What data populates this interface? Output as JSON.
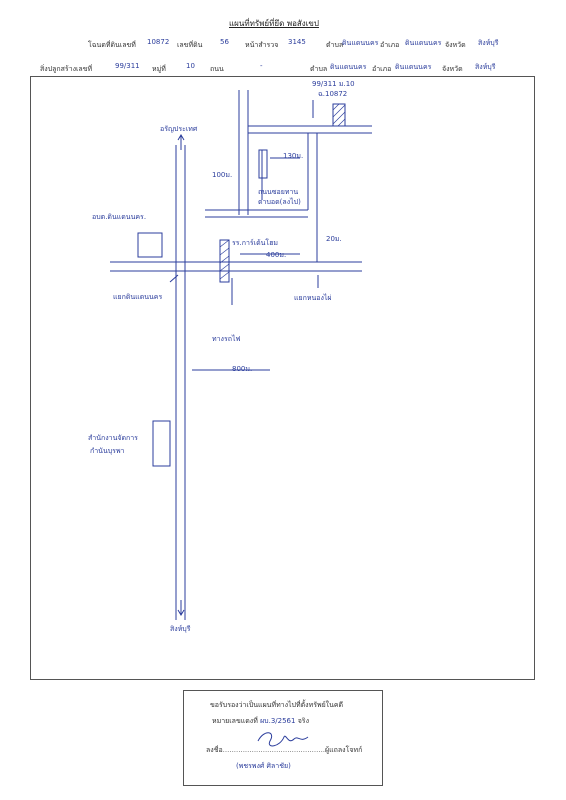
{
  "header": {
    "title": "แผนที่ทรัพย์ที่ยึด พอสังเขป",
    "line1": {
      "deed_label": "โฉนดที่ดินเลขที่",
      "deed_no": "10872",
      "land_no_label": "เลขที่ดิน",
      "land_no": "56",
      "survey_label": "หน้าสำรวจ",
      "survey_no": "3145",
      "subdistrict_label": "ตำบล",
      "subdistrict": "ดินแดนนคร",
      "district_label": "อำเภอ",
      "district": "ดินแดนนคร",
      "province_label": "จังหวัด",
      "province": "สิงห์บุรี"
    },
    "line2": {
      "building_label": "สิ่งปลูกสร้างเลขที่",
      "building_no": "99/311",
      "moo_label": "หมู่ที่",
      "moo": "10",
      "road_label": "ถนน",
      "road": "-",
      "subdistrict_label": "ตำบล",
      "subdistrict": "ดินแดนนคร",
      "district_label": "อำเภอ",
      "district": "ดินแดนนคร",
      "province_label": "จังหวัด",
      "province": "สิงห์บุรี"
    }
  },
  "map": {
    "target_label_line1": "99/311 ม.10",
    "target_label_line2": "ฉ.10872",
    "north_label": "อรัญประเทศ",
    "south_label": "สิงห์บุรี",
    "dist_130": "130ม.",
    "dist_100": "100ม.",
    "dist_200": "20ม.",
    "dist_400": "400ม.",
    "dist_800": "800ม.",
    "road_junction_line1": "ถนนซอยทาน",
    "road_junction_line2": "ตาบอด(ลงไป)",
    "school_label": "รร.การ์เด้นโฮม",
    "left_place_label": "อบต.ดินแดนนคร.",
    "left_intersection_label": "แยกดินแดนนคร",
    "right_intersection_label": "แยกหนองไผ่",
    "power_label": "ทางรถไฟ",
    "bottom_place_line1": "สำนักงานจัดการ",
    "bottom_place_line2": "กำนันบุรพา"
  },
  "certification": {
    "line1": "ขอรับรองว่าเป็นแผนที่ทางไปที่ตั้งทรัพย์ในคดี",
    "line2_prefix": "หมายเลขแดงที่",
    "case_no": "ผบ.3/2561",
    "line2_suffix": "จริง",
    "sign_label": "ลงชื่อ",
    "sign_suffix": "ผู้แถลงโจทก์",
    "signer_name": "(พชรพงศ์  ศิลาชัย)"
  },
  "colors": {
    "ink": "#2b3d9c",
    "frame": "#555555"
  }
}
